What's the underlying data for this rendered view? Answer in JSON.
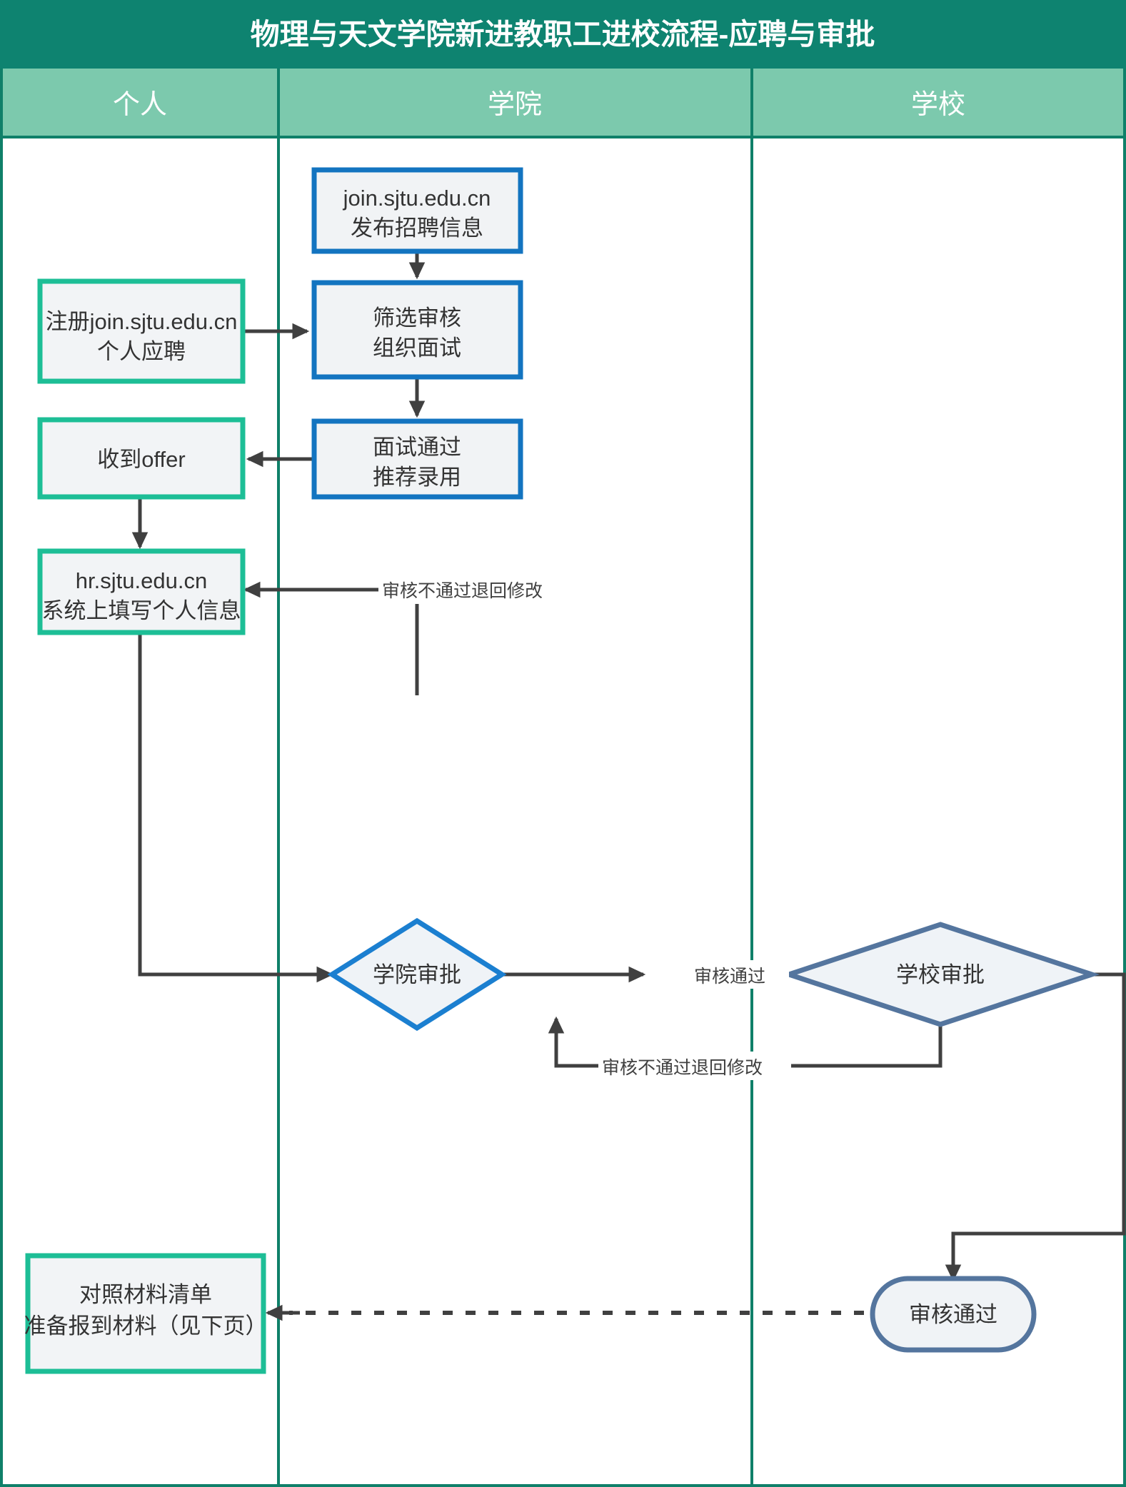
{
  "header": {
    "title": "物理与天文学院新进教职工进校流程-应聘与审批",
    "background_color": "#0e8370"
  },
  "lanes": {
    "background_color": "#7cc9ad",
    "items": [
      {
        "label": "个人"
      },
      {
        "label": "学院"
      },
      {
        "label": "学校"
      }
    ]
  },
  "nodes": {
    "post_job": {
      "line1": "join.sjtu.edu.cn",
      "line2": "发布招聘信息",
      "border_color": "#1374c0"
    },
    "register_apply": {
      "line1": "注册join.sjtu.edu.cn",
      "line2": "个人应聘",
      "border_color": "#1dbe96"
    },
    "screen_interview": {
      "line1": "筛选审核",
      "line2": "组织面试",
      "border_color": "#1374c0"
    },
    "receive_offer": {
      "line1": "收到offer",
      "line2": "",
      "border_color": "#1dbe96"
    },
    "interview_passed": {
      "line1": "面试通过",
      "line2": "推荐录用",
      "border_color": "#1374c0"
    },
    "fill_info": {
      "line1": "hr.sjtu.edu.cn",
      "line2": "系统上填写个人信息",
      "border_color": "#1dbe96"
    },
    "college_approval": {
      "label": "学院审批",
      "border_color": "#1b7fd0"
    },
    "school_approval": {
      "label": "学校审批",
      "border_color": "#54759e"
    },
    "approved": {
      "label": "审核通过",
      "border_color": "#54759e"
    },
    "prepare_materials": {
      "line1": "对照材料清单",
      "line2": "准备报到材料（见下页）",
      "border_color": "#1dbe96"
    }
  },
  "edge_labels": {
    "reject_return_top": "审核不通过退回修改",
    "approve_pass": "审核通过",
    "reject_return_bottom": "审核不通过退回修改"
  }
}
